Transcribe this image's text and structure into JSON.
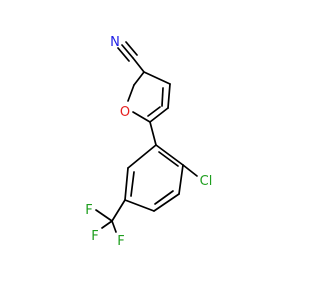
{
  "atoms": {
    "nitrogen": "N",
    "oxygen": "O",
    "chlorine": "Cl",
    "fluorine_1": "F",
    "fluorine_2": "F",
    "fluorine_3": "F"
  },
  "colors": {
    "bond": "#000000",
    "nitrogen": "#1e1ee6",
    "oxygen": "#e61e1e",
    "halogen": "#1e9e1e",
    "carbon_label": "#000000"
  }
}
